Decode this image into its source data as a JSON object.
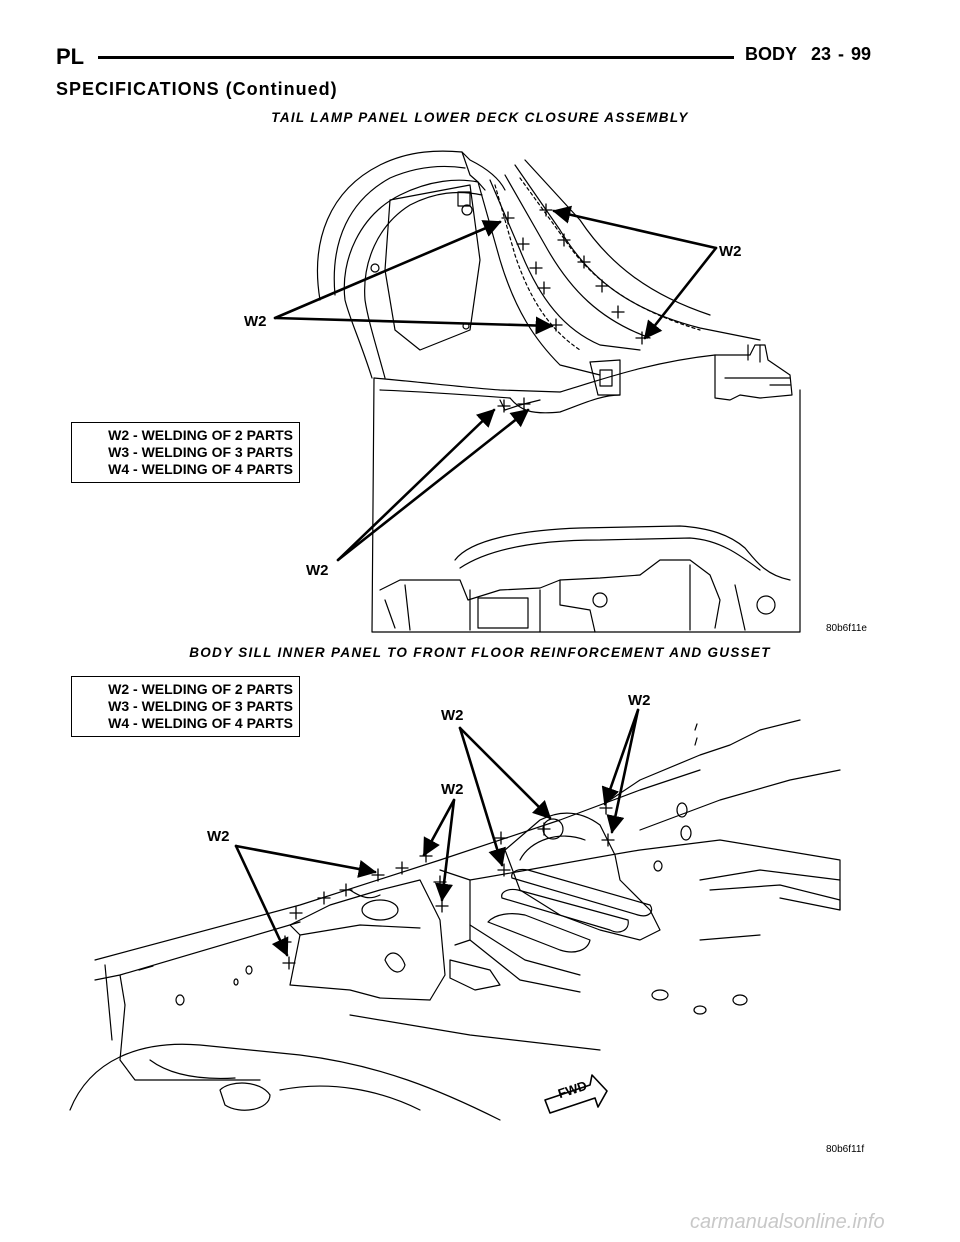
{
  "header": {
    "left": "PL",
    "section": "BODY",
    "page": "23 - 99"
  },
  "section_title": "SPECIFICATIONS (Continued)",
  "figures": [
    {
      "caption": "TAIL LAMP PANEL LOWER DECK CLOSURE ASSEMBLY",
      "legend": [
        "W2 - WELDING OF 2 PARTS",
        "W3 - WELDING OF 3 PARTS",
        "W4 - WELDING OF 4 PARTS"
      ],
      "labels": [
        "W2",
        "W2",
        "W2"
      ],
      "code": "80b6f11e"
    },
    {
      "caption": "BODY SILL INNER PANEL TO FRONT FLOOR REINFORCEMENT AND GUSSET",
      "legend": [
        "W2 - WELDING OF 2 PARTS",
        "W3 - WELDING OF 3 PARTS",
        "W4 - WELDING OF 4 PARTS"
      ],
      "labels": [
        "W2",
        "W2",
        "W2",
        "W2"
      ],
      "direction_label": "FWD",
      "code": "80b6f11f"
    }
  ],
  "footer": "carmanualsonline.info"
}
